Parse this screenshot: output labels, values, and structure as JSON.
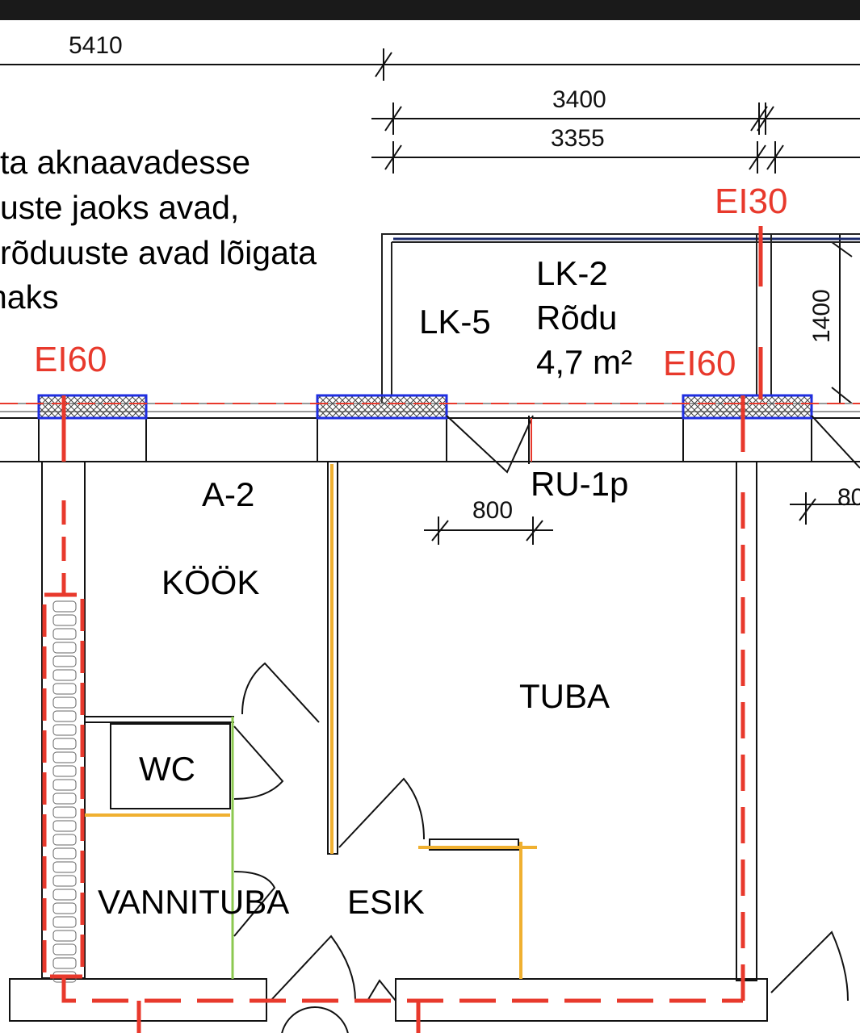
{
  "dimensions": {
    "top_overall": "5410",
    "balcony_outer": "3400",
    "balcony_inner": "3355",
    "balcony_depth": "1400",
    "door_width": "800",
    "door_width_right": "80"
  },
  "note_lines": [
    "ta aknaavadesse",
    "uste jaoks avad,",
    "rõduuste avad lõigata",
    "naks"
  ],
  "fire_ratings": {
    "balcony_partition": "EI30",
    "window_left": "EI60",
    "window_right": "EI60"
  },
  "rooms": {
    "apartment": "A-2",
    "kitchen": "KÖÖK",
    "living_room": "TUBA",
    "wc": "WC",
    "bathroom": "VANNITUBA",
    "hallway": "ESIK",
    "balcony_code": "LK-2",
    "balcony_name": "Rõdu",
    "balcony_area": "4,7 m²",
    "balcony_door": "LK-5",
    "balcony_entry_door": "RU-1p"
  },
  "colors": {
    "fire_line": "#e8392c",
    "window_frame": "#1f2ee0",
    "partition_orange": "#f0b030",
    "partition_green": "#8cc850"
  }
}
